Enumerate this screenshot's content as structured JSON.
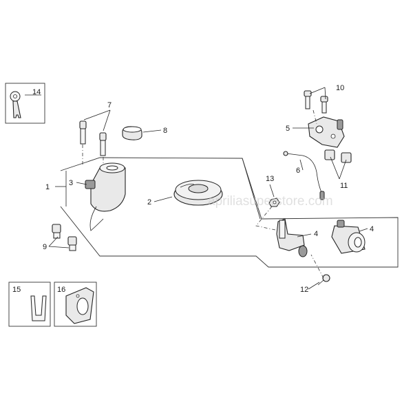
{
  "watermark": "apriliasuperstore.com",
  "callouts": {
    "c1": "1",
    "c2": "2",
    "c3": "3",
    "c4a": "4",
    "c4b": "4",
    "c5": "5",
    "c6": "6",
    "c7": "7",
    "c8": "8",
    "c9": "9",
    "c10": "10",
    "c11": "11",
    "c12": "12",
    "c13": "13",
    "c14": "14",
    "c15": "15",
    "c16": "16"
  },
  "colors": {
    "line": "#222222",
    "fill": "#e9e9e9",
    "watermark": "#c8c8c8"
  }
}
